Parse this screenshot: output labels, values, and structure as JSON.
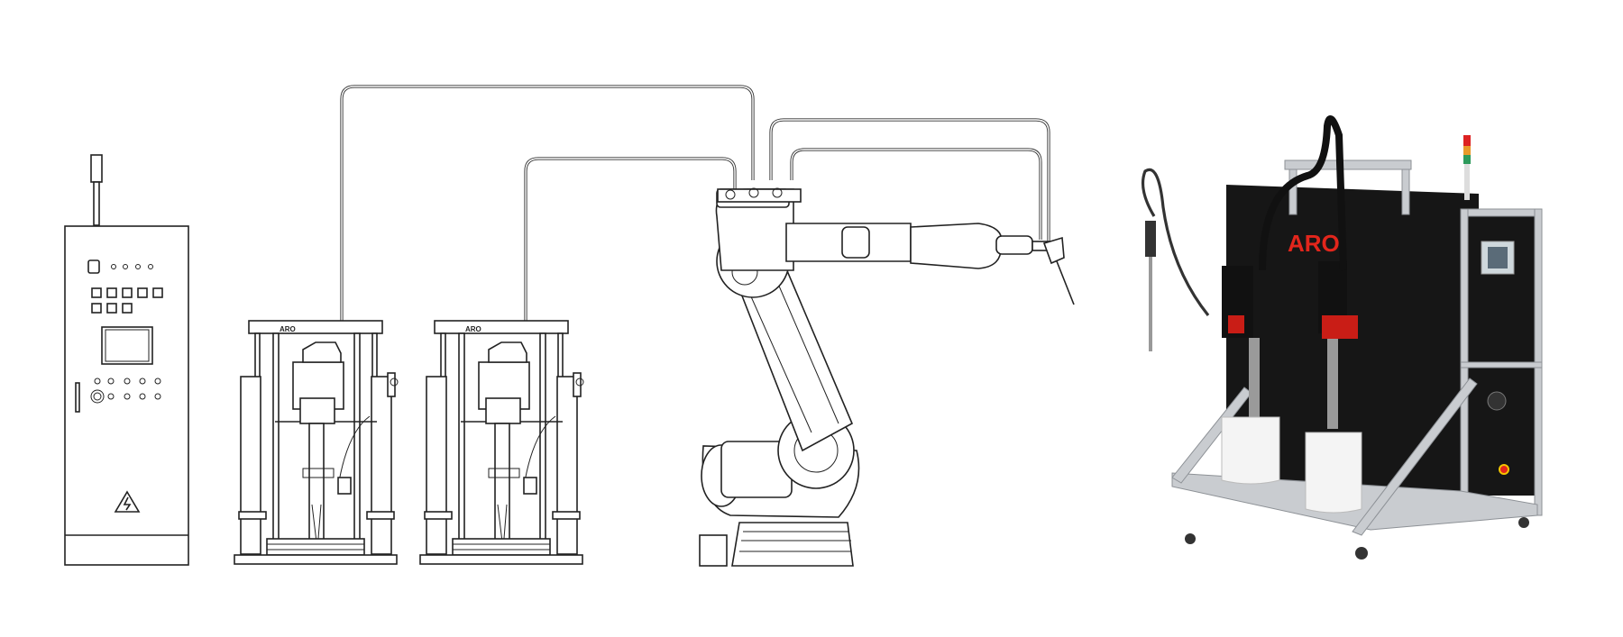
{
  "logos": {
    "machine_brand": "ARO",
    "pump_plate": "ARO"
  },
  "colors": {
    "line_art": "#222222",
    "machine_body": "#161616",
    "brand_red": "#e2261c",
    "frame": "#c9ccd0"
  },
  "components": [
    "control-cabinet",
    "supply-pump-1",
    "supply-pump-2",
    "robot-arm",
    "dispensing-machine"
  ]
}
